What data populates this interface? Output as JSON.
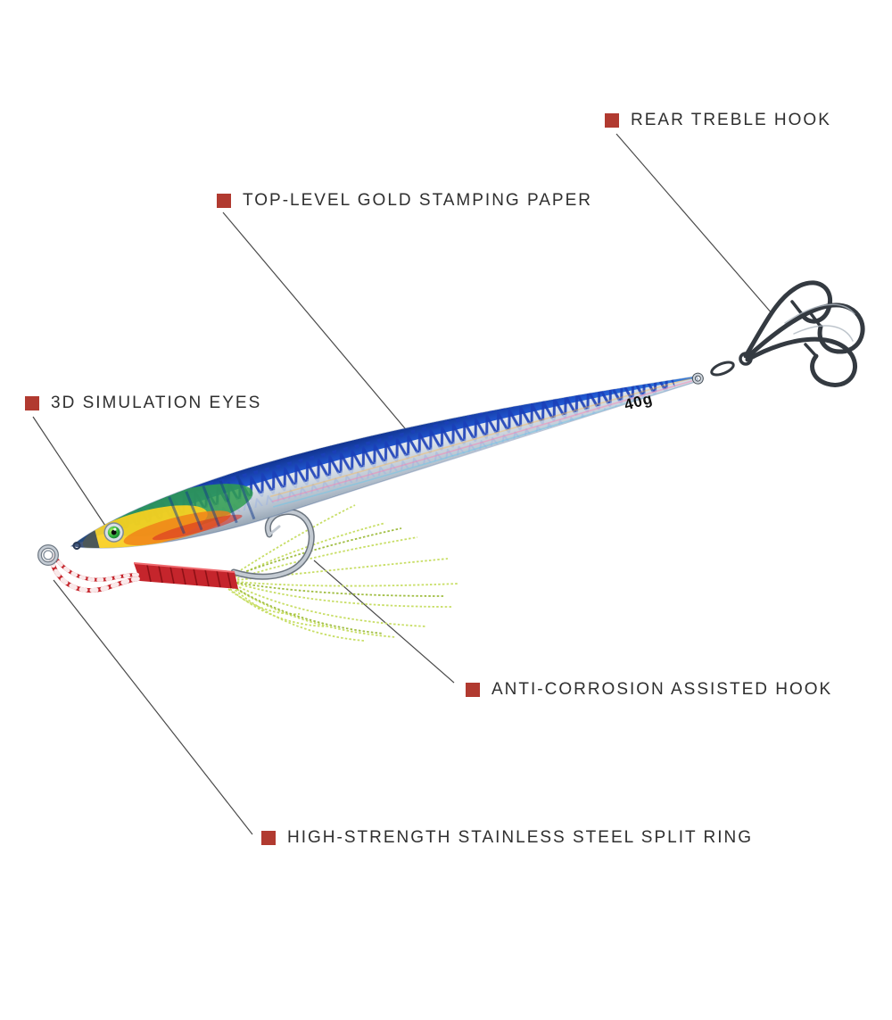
{
  "labels": [
    {
      "id": "rear-treble-hook",
      "text": "REAR TREBLE HOOK"
    },
    {
      "id": "gold-stamping-paper",
      "text": "TOP-LEVEL GOLD STAMPING PAPER"
    },
    {
      "id": "simulation-eyes",
      "text": "3D SIMULATION EYES"
    },
    {
      "id": "assisted-hook",
      "text": "ANTI-CORROSION ASSISTED HOOK"
    },
    {
      "id": "split-ring",
      "text": "HIGH-STRENGTH STAINLESS STEEL SPLIT RING"
    }
  ],
  "lure": {
    "weight_label": "40g"
  },
  "colors": {
    "accent_red": "#b13a30",
    "label_text": "#2f2f2f",
    "leader_line": "#4a4a4a",
    "body_blue": "#1f4fc9",
    "body_silver": "#cdd6e0",
    "head_yellow": "#ffd31e",
    "head_green": "#2f9e4f",
    "eye_green": "#2fae3f",
    "thread_red": "#c5252c",
    "feather_green": "#c6dd5f",
    "hook_metal": "#343a41"
  }
}
